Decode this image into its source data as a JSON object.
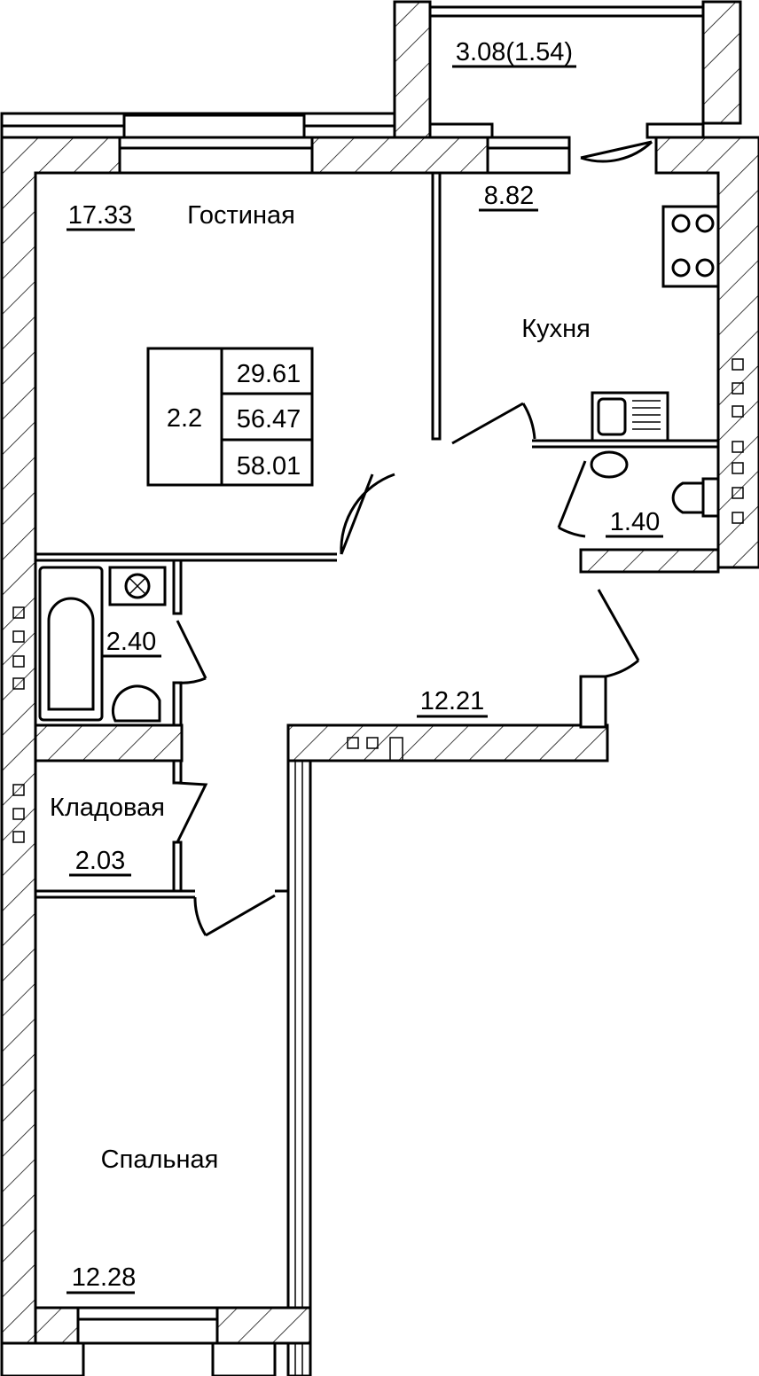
{
  "plan": {
    "apartment_type": "2.2",
    "areas_summary": [
      "29.61",
      "56.47",
      "58.01"
    ],
    "rooms": {
      "balcony": {
        "area": "3.08(1.54)"
      },
      "living": {
        "name": "Гостиная",
        "area": "17.33"
      },
      "kitchen": {
        "name": "Кухня",
        "area": "8.82"
      },
      "wc": {
        "area": "1.40"
      },
      "bathroom": {
        "area": "2.40"
      },
      "hall": {
        "area": "12.21"
      },
      "storage": {
        "name": "Кладовая",
        "area": "2.03"
      },
      "bedroom": {
        "name": "Спальная",
        "area": "12.28"
      }
    },
    "colors": {
      "line": "#000000",
      "background": "#ffffff"
    }
  }
}
